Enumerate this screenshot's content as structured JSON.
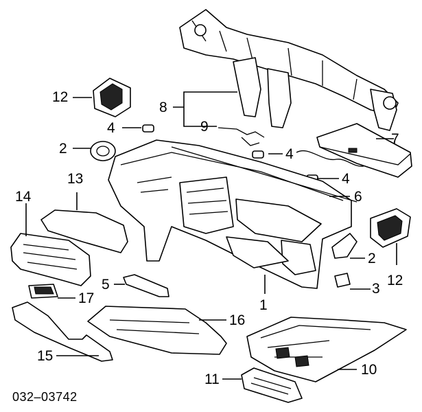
{
  "callouts": {
    "c1": "1",
    "c2a": "2",
    "c2b": "2",
    "c3": "3",
    "c4a": "4",
    "c4b": "4",
    "c4c": "4",
    "c5": "5",
    "c6": "6",
    "c7": "7",
    "c8": "8",
    "c9": "9",
    "c10": "10",
    "c11": "11",
    "c12a": "12",
    "c12b": "12",
    "c13": "13",
    "c14": "14",
    "c15": "15",
    "c16": "16",
    "c17": "17"
  },
  "reference_code": "032–03742"
}
